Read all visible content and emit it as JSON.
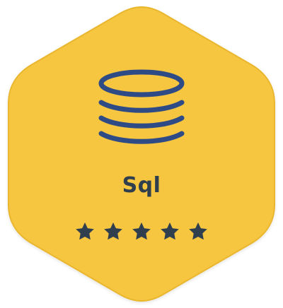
{
  "badge": {
    "title": "Sql",
    "icon": "database-icon",
    "rating": 5,
    "rating_max": 5,
    "colors": {
      "background": "#ffffff",
      "hexagon": "#f6c640",
      "hexagon_edge": "#e9b62f",
      "ink": "#2f3f4e",
      "database_stroke": "#2f4b86"
    }
  }
}
